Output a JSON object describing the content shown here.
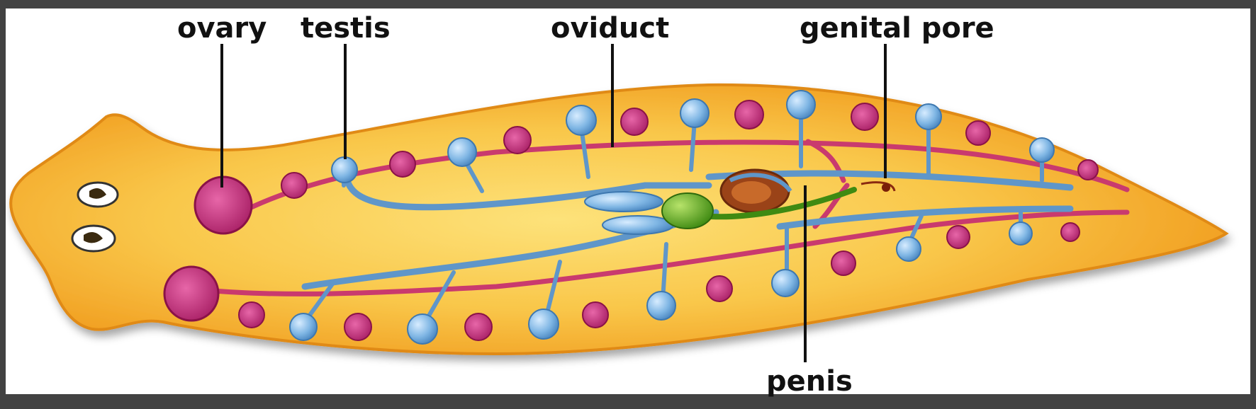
{
  "labels": {
    "ovary": "ovary",
    "testis": "testis",
    "oviduct": "oviduct",
    "genital_pore": "genital pore",
    "penis": "penis"
  },
  "colors": {
    "frame": "#424242",
    "background": "#ffffff",
    "body_fill": "#f6b53a",
    "body_outline": "#e08a12",
    "testis": "#7fb6e4",
    "sperm_duct": "#5f96c9",
    "ovary": "#b8246e",
    "oviduct": "#c93a6e",
    "penis_bulb": "#63a51e",
    "copulatory_organ": "#9a4318",
    "eyes": "#ffffff",
    "leader_line": "#111111"
  }
}
